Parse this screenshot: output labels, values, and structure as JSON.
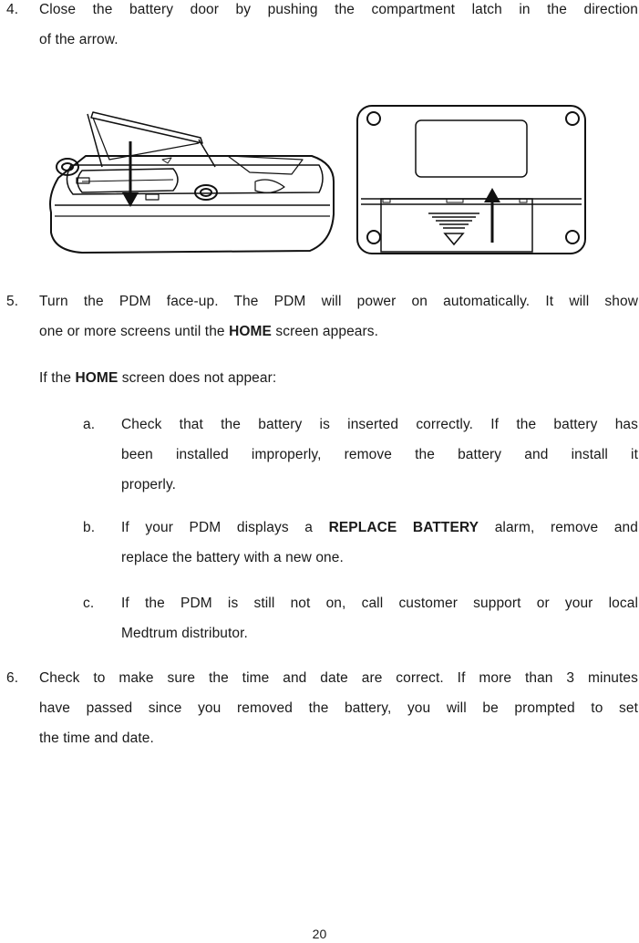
{
  "steps": [
    {
      "num": "4.",
      "lines": [
        "Close the battery door by pushing the compartment latch in the direction",
        "of the arrow."
      ]
    },
    {
      "num": "5.",
      "lines": [
        "Turn the PDM face-up. The PDM will power on automatically. It will show",
        "one or more screens until the "
      ],
      "home_label": "HOME",
      "line2_end": " screen appears.",
      "if_prefix": "If the ",
      "if_suffix": " screen does not appear:",
      "subitems": [
        {
          "letter": "a.",
          "lines": [
            "Check that the battery is inserted correctly. If the battery has",
            "been installed improperly, remove the battery and install it",
            "properly."
          ]
        },
        {
          "letter": "b.",
          "pre": "If your PDM displays a ",
          "bold": "REPLACE BATTERY",
          "post": " alarm, remove and",
          "line2": "replace the battery with a new one."
        },
        {
          "letter": "c.",
          "lines": [
            "If the PDM is still not on, call customer support or your local",
            "Medtrum distributor."
          ]
        }
      ]
    },
    {
      "num": "6.",
      "lines": [
        "Check to make sure the time and date are correct. If more than 3 minutes",
        "have passed since you removed the battery, you will be prompted to set",
        "the time and date."
      ]
    }
  ],
  "page_number": "20"
}
